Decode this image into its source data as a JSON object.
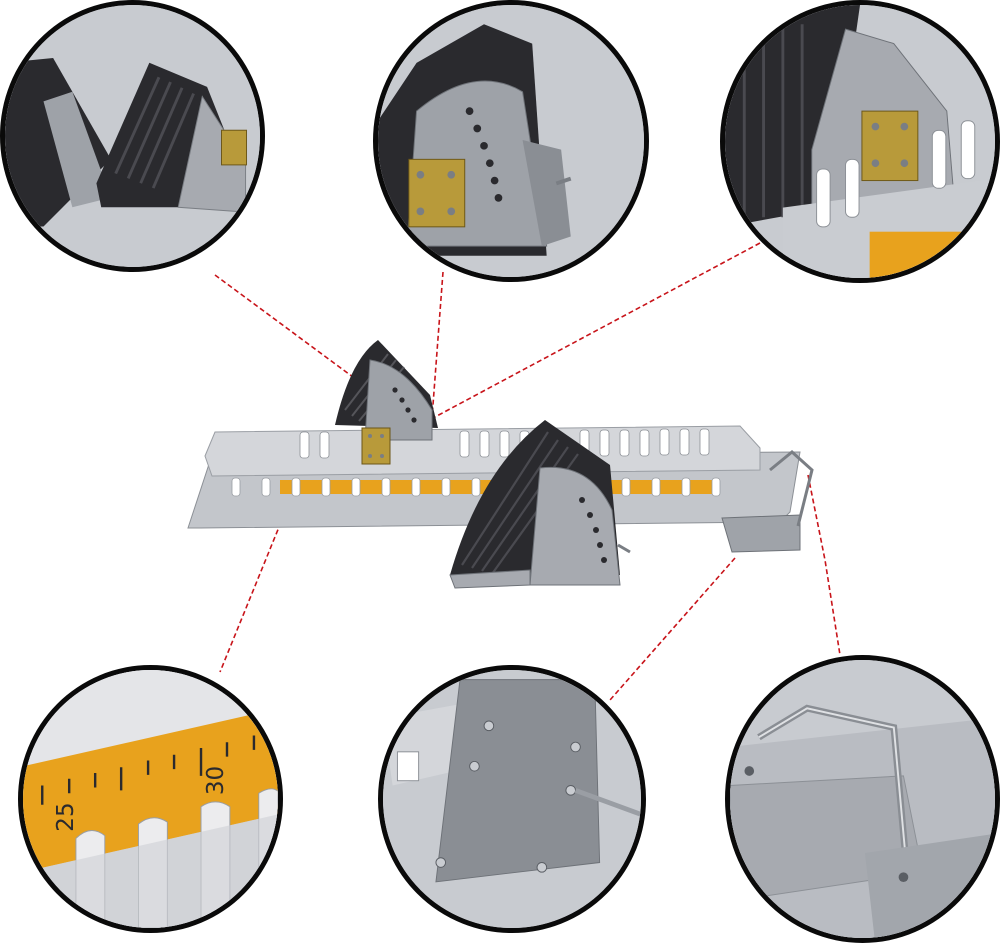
{
  "image": {
    "type": "product-photo",
    "subject": "starting-blocks-with-detail-callouts",
    "background_color": "#ffffff",
    "leader_line_color": "#c8141a",
    "ruler_color": "#e8a21d",
    "rubber_color": "#2a2a2e",
    "metal_color": "#b9bcc2",
    "plate_color": "#b89a3a"
  },
  "scale_labels": {
    "left": "25",
    "right": "30"
  },
  "callouts": [
    {
      "name": "pedal-pair",
      "icon": "rubber-pedals"
    },
    {
      "name": "pedal-side-plate",
      "icon": "adjust-plate"
    },
    {
      "name": "notched-rail",
      "icon": "rail-teeth"
    },
    {
      "name": "measuring-scale",
      "icon": "ruler"
    },
    {
      "name": "spike-base-plate",
      "icon": "base-plate"
    },
    {
      "name": "wire-handle",
      "icon": "handle"
    }
  ]
}
